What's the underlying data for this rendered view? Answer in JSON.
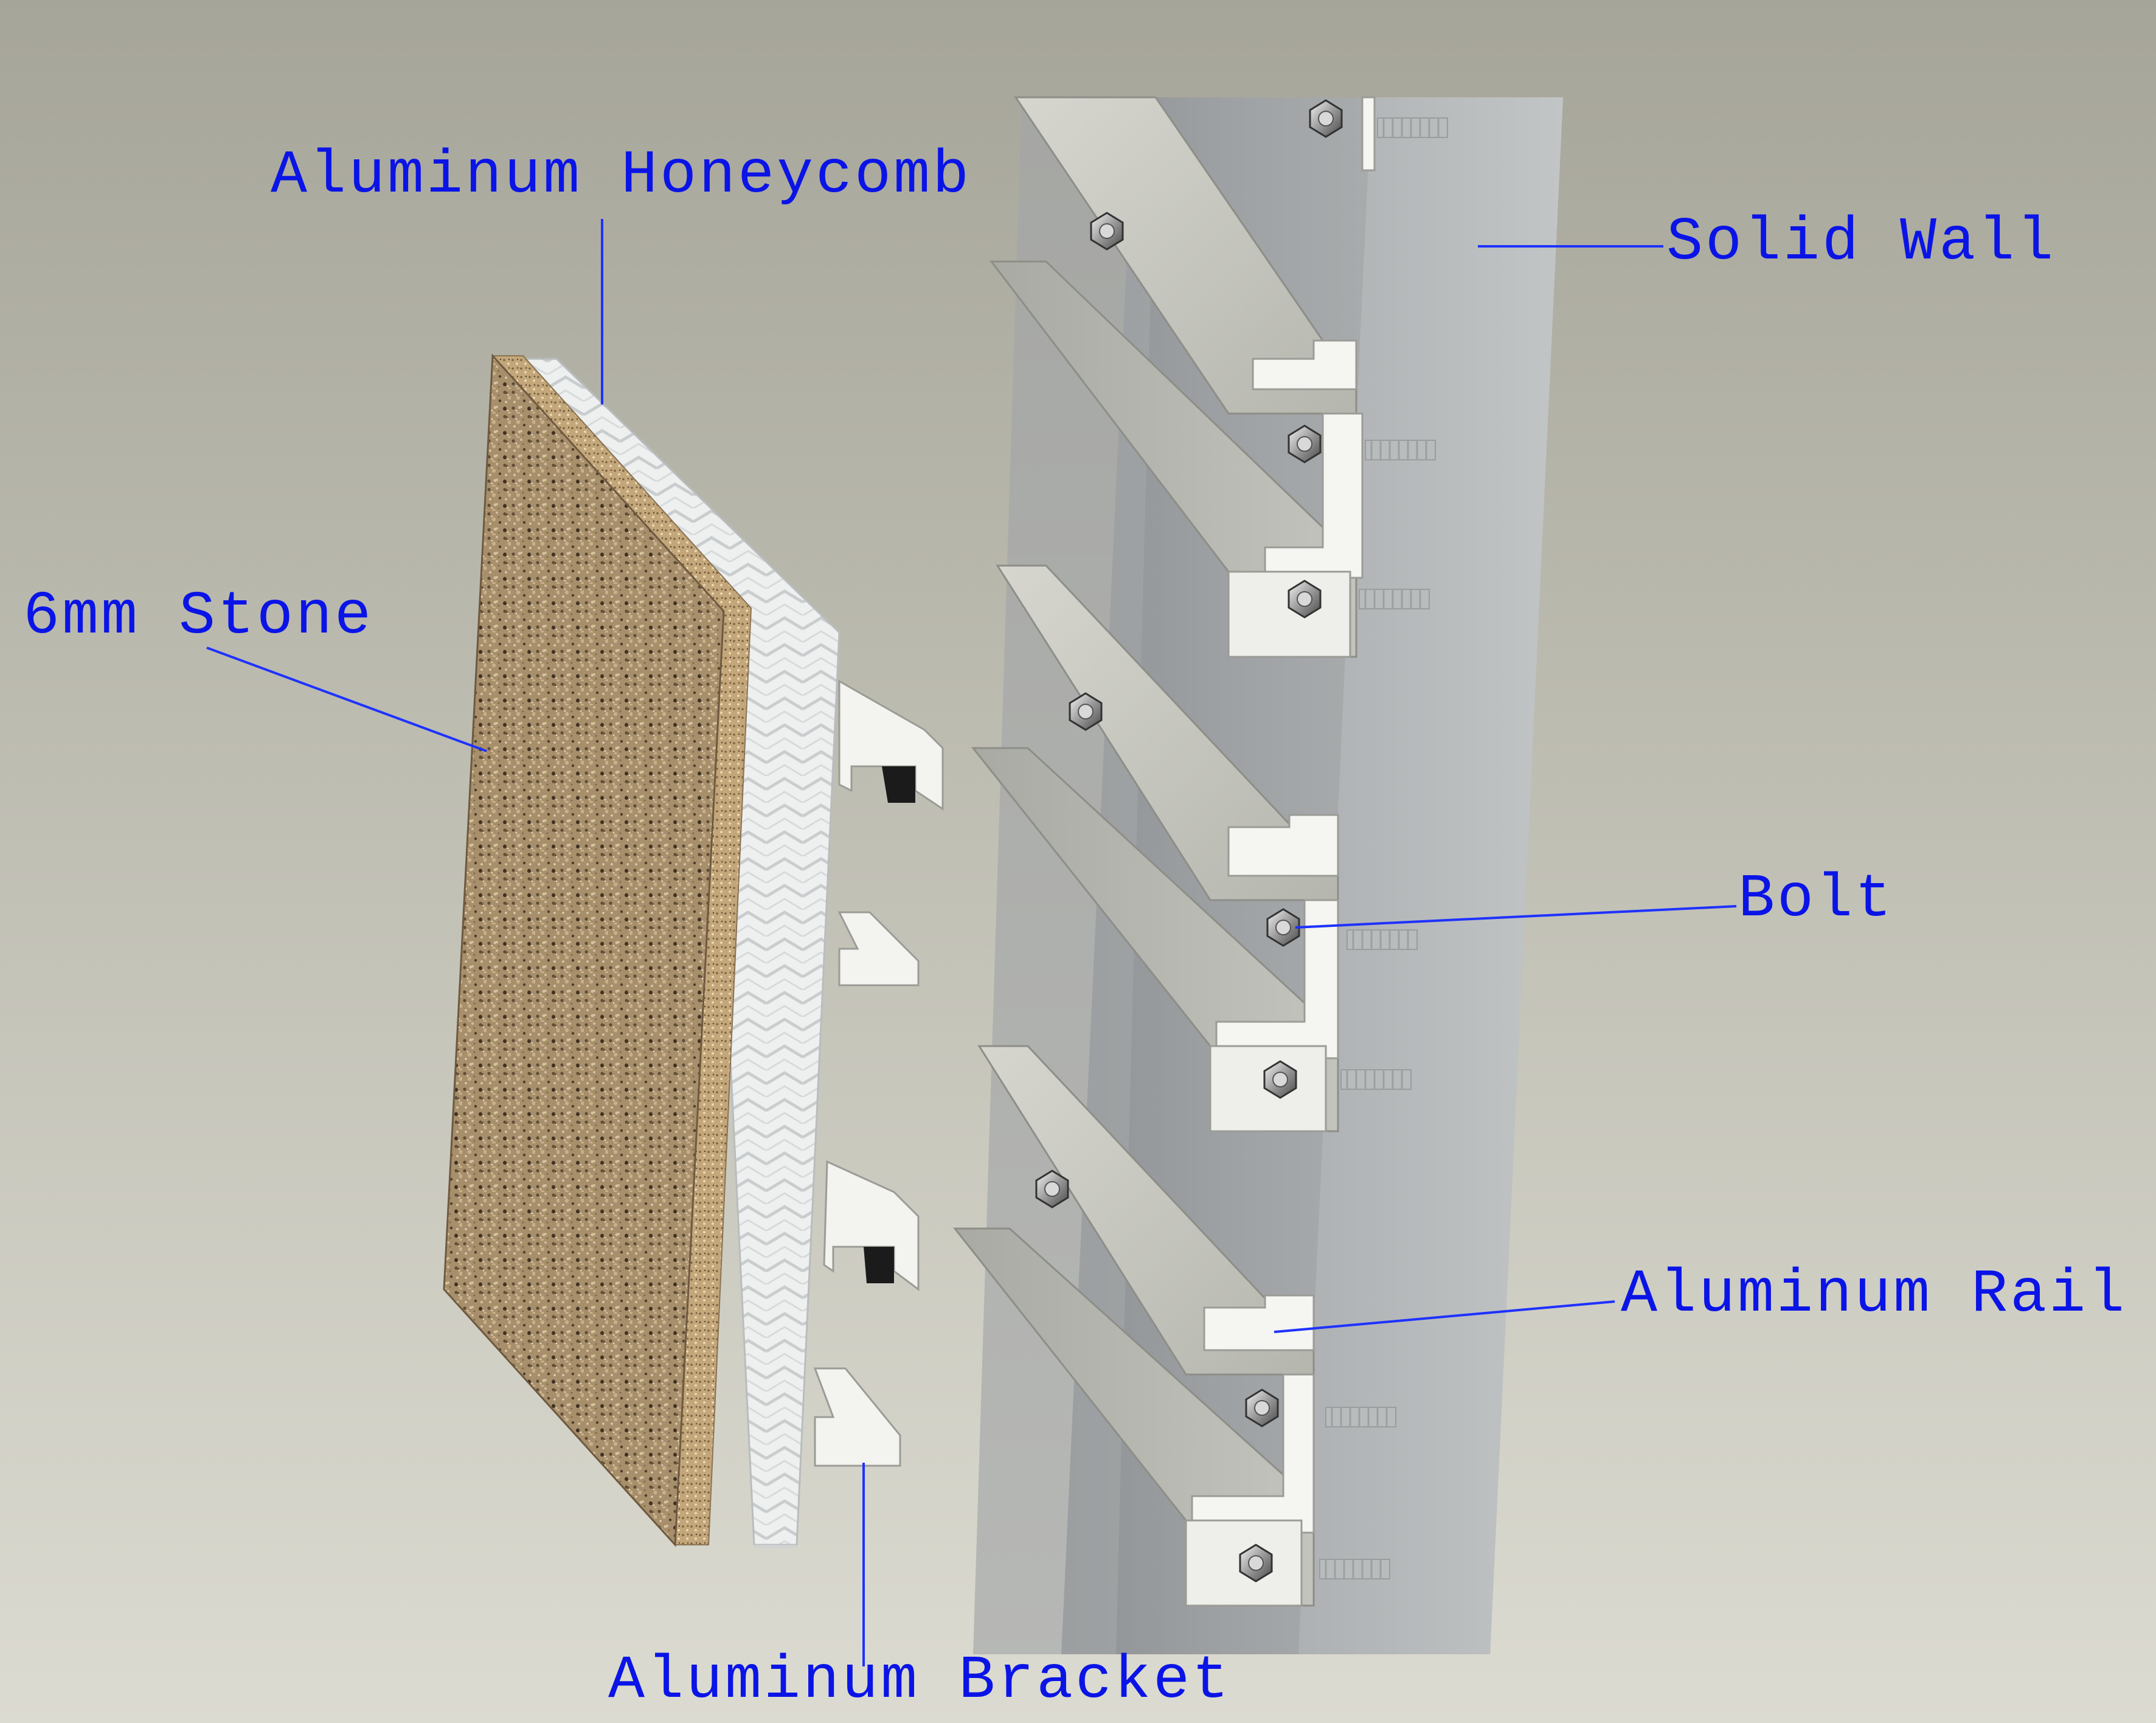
{
  "labels": {
    "honeycomb": "Aluminum Honeycomb",
    "solid_wall": "Solid Wall",
    "stone": "6mm Stone",
    "bolt": "Bolt",
    "rail": "Aluminum Rail",
    "bracket": "Aluminum Bracket"
  },
  "colors": {
    "label_text": "#0a14e6",
    "leader_line": "#1e32ff",
    "background_top": "#a6a599",
    "background_bottom": "#dcdbd1",
    "wall": "#b4b7b8",
    "rail": "#bfbfb7",
    "stone": "#a88f6c",
    "honeycomb": "#f0f1f1"
  },
  "icons": {
    "bolt_head": "hex-bolt-icon"
  }
}
